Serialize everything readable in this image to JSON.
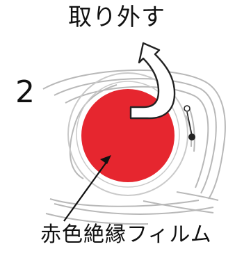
{
  "top_label": "取り外す",
  "step_number": "2",
  "bottom_label": "赤色絶縁フィルム",
  "colors": {
    "film": "#e6262f",
    "outline": "#b8b8b8",
    "text": "#111111",
    "arrow": "#222222"
  },
  "icons": {
    "curved_arrow": "curved-arrow-icon",
    "pointer_arrow": "pointer-arrow-icon"
  }
}
